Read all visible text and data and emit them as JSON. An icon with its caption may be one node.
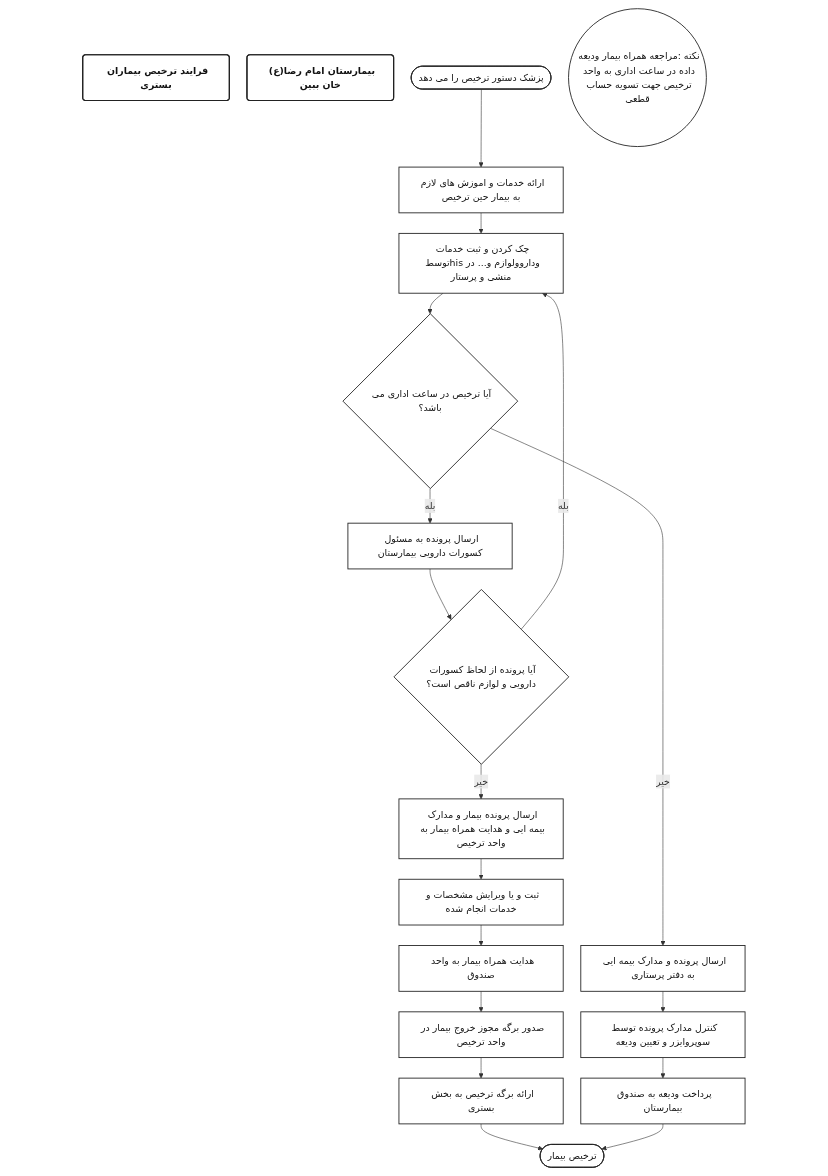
{
  "diagram": {
    "nodes": [
      {
        "text": [
          "فرایند ترخیص بیماران بستری"
        ]
      },
      {
        "text": [
          "بیمارستان امام رضا(ع) خان ببین"
        ]
      },
      {
        "text": [
          "پزشک دستور ترخیص را می دهد"
        ]
      },
      {
        "text": [
          "ارائه خدمات و اموزش های لازم به بیمار حین ترخیص"
        ]
      },
      {
        "text": [
          "چک کردن و ثبت خدمات وداروولوازم و... در hisتوسط منشی و پرستار"
        ]
      },
      {
        "text": [
          "آیا ترخیص در ساعت اداری می باشد؟"
        ]
      },
      {
        "text": [
          "ارسال پرونده به مسئول کسورات دارویی بیمارستان"
        ]
      },
      {
        "text": [
          "آیا پرونده از لحاظ کسورات دارویی و لوازم ناقص است؟"
        ]
      },
      {
        "text": [
          "ارسال پرونده بیمار و مدارک بیمه ایی و هدایت همراه بیمار به واحد ترخیص"
        ]
      },
      {
        "text": [
          "ثبت و یا ویرایش مشخصات و خدمات انجام شده"
        ]
      },
      {
        "text": [
          "هدایت همراه بیمار به واحد صندوق"
        ]
      },
      {
        "text": [
          "صدور برگه مجوز خروج بیمار در واحد ترخیص"
        ]
      },
      {
        "text": [
          "ارائه برگه ترخیص به بخش بستری"
        ]
      },
      {
        "text": [
          "ارسال پرونده و مدارک بیمه ایی به دفتر پرستاری"
        ]
      },
      {
        "text": [
          "کنترل مدارک پرونده توسط سوپروایزر و تعیین ودیعه"
        ]
      },
      {
        "text": [
          "پرداخت ودیعه به صندوق بیمارستان"
        ]
      },
      {
        "text": [
          "ترخیص بیمار"
        ]
      },
      {
        "text": [
          "نکته :مراجعه همراه بیمار ودیعه داده در ساعت اداری به واحد ترخیص جهت تسویه حساب قطعی"
        ]
      }
    ],
    "edges": [
      {
        "from": 2,
        "to": 3,
        "arrow": "to"
      },
      {
        "from": 3,
        "to": 4,
        "arrow": "to"
      },
      {
        "from": 4,
        "to": 5,
        "arrow": "to"
      },
      {
        "from": 5,
        "to": 6,
        "label": "بله",
        "arrow": "to"
      },
      {
        "from": 6,
        "to": 7,
        "arrow": "to"
      },
      {
        "from": 7,
        "to": 4,
        "label": "بله",
        "arrow": "to"
      },
      {
        "from": 7,
        "to": 8,
        "label": "خیر",
        "arrow": "to"
      },
      {
        "from": 8,
        "to": 9,
        "arrow": "to"
      },
      {
        "from": 9,
        "to": 10,
        "arrow": "to"
      },
      {
        "from": 10,
        "to": 11,
        "arrow": "to"
      },
      {
        "from": 11,
        "to": 12,
        "arrow": "to"
      },
      {
        "from": 12,
        "to": 16,
        "arrow": "to"
      },
      {
        "from": 5,
        "to": 13,
        "label": "خیر",
        "arrow": "to"
      },
      {
        "from": 13,
        "to": 14,
        "arrow": "to"
      },
      {
        "from": 14,
        "to": 15,
        "arrow": "to"
      },
      {
        "from": 15,
        "to": 16,
        "arrow": "to"
      }
    ]
  }
}
